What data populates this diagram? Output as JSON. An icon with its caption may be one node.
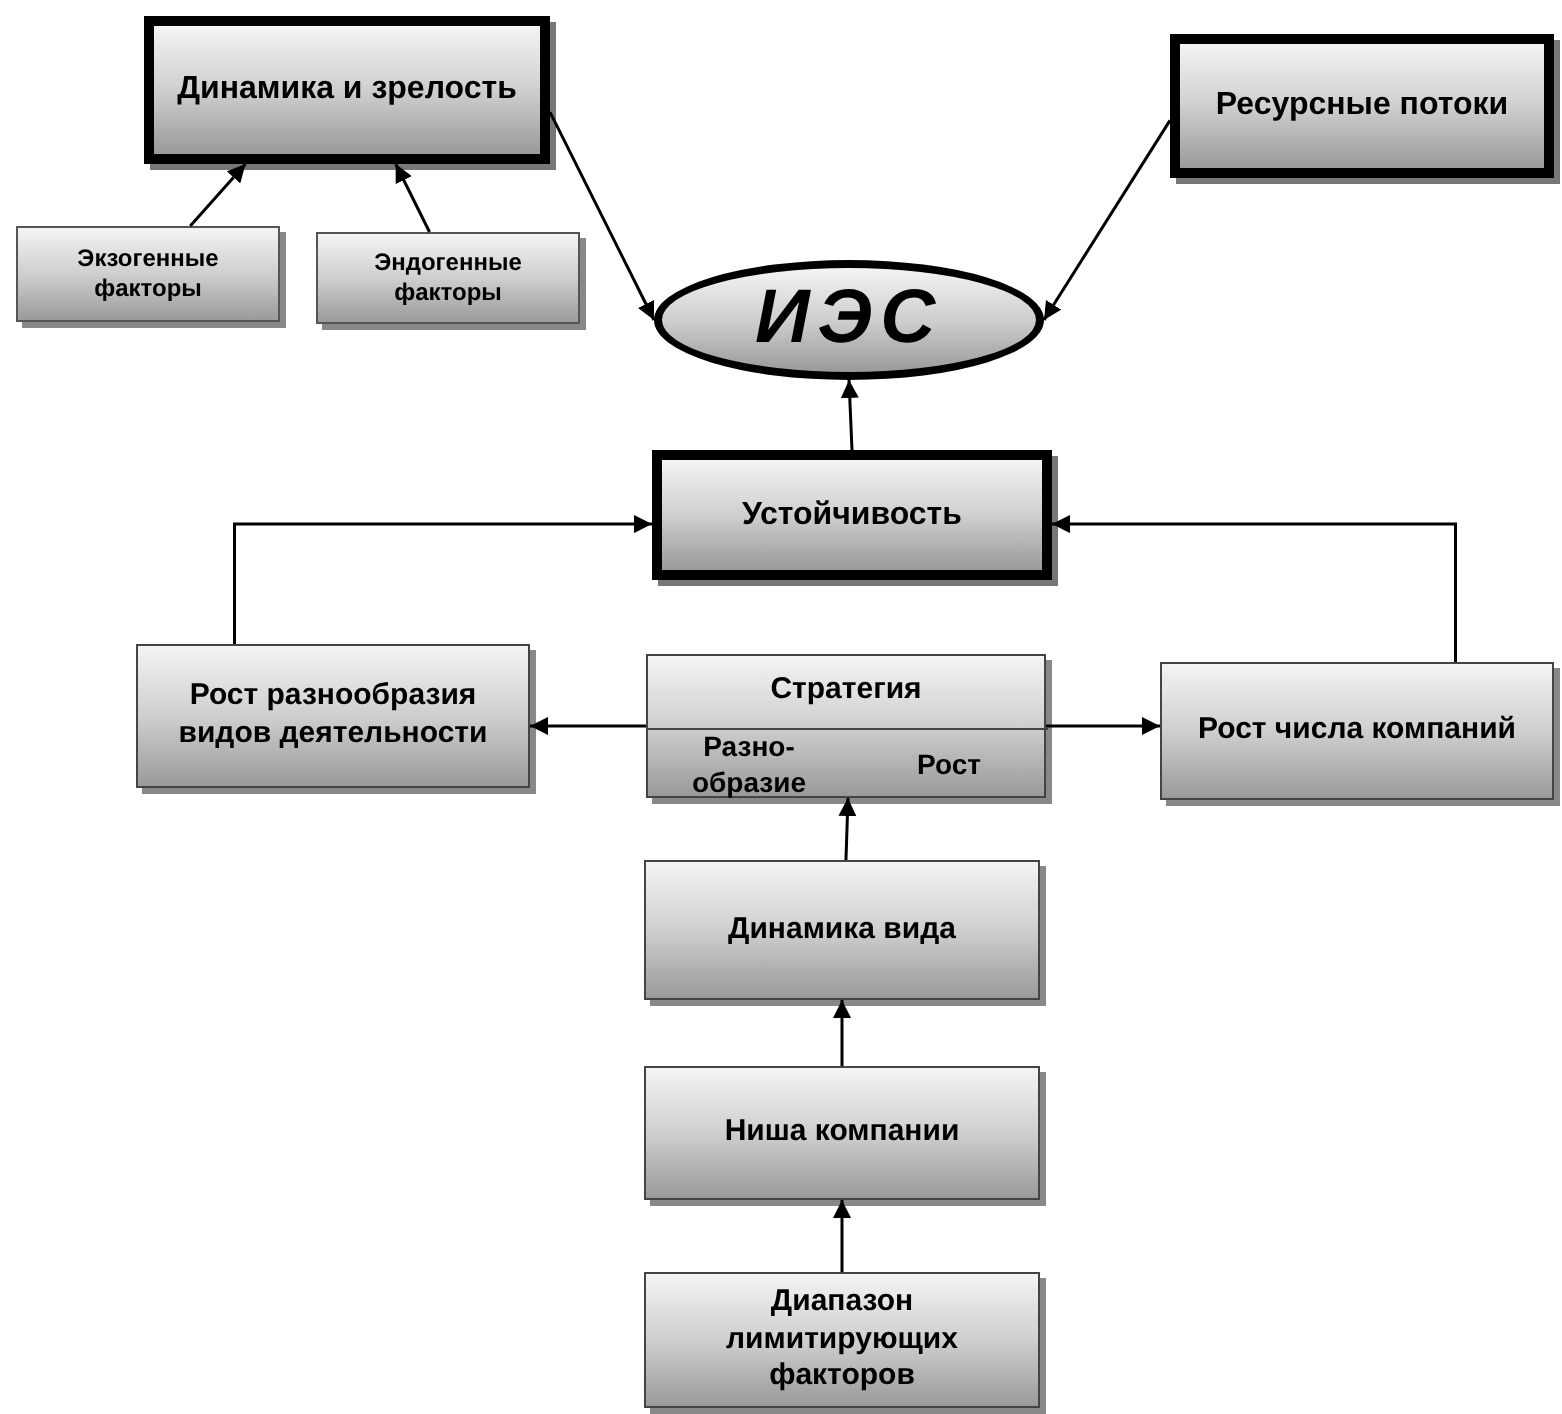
{
  "diagram": {
    "nodes": [
      {
        "text": [
          "Динамика и зрелость"
        ]
      },
      {
        "text": [
          "Ресурсные потоки"
        ]
      },
      {
        "text": [
          "Экзогенные факторы"
        ]
      },
      {
        "text": [
          "Эндогенные факторы"
        ]
      },
      {
        "text": [
          "ИЭС"
        ]
      },
      {
        "text": [
          "Устойчивость"
        ]
      },
      {
        "text": [
          "Рост разнообразия видов деятельности"
        ]
      },
      {
        "text": [
          "Стратегия"
        ]
      },
      {
        "text": [
          "Разно- образие"
        ],
        "in": 7
      },
      {
        "text": [
          "Рост"
        ],
        "in": 7
      },
      {
        "text": [
          "Рост числа компаний"
        ]
      },
      {
        "text": [
          "Динамика вида"
        ]
      },
      {
        "text": [
          "Ниша компании"
        ]
      },
      {
        "text": [
          "Диапазон лимитирующих факторов"
        ]
      }
    ],
    "edges": [
      {
        "from": 2,
        "to": 0,
        "arrow": "to"
      },
      {
        "from": 3,
        "to": 0,
        "arrow": "to"
      },
      {
        "from": 0,
        "to": 4,
        "arrow": "to"
      },
      {
        "from": 1,
        "to": 4,
        "arrow": "to"
      },
      {
        "from": 5,
        "to": 4,
        "arrow": "to"
      },
      {
        "from": 6,
        "to": 5,
        "arrow": "to"
      },
      {
        "from": 10,
        "to": 5,
        "arrow": "to"
      },
      {
        "from": 8,
        "to": 6,
        "arrow": "to"
      },
      {
        "from": 9,
        "to": 10,
        "arrow": "to"
      },
      {
        "from": 11,
        "to": 7,
        "arrow": "to"
      },
      {
        "from": 12,
        "to": 11,
        "arrow": "to"
      },
      {
        "from": 13,
        "to": 12,
        "arrow": "to"
      }
    ]
  }
}
